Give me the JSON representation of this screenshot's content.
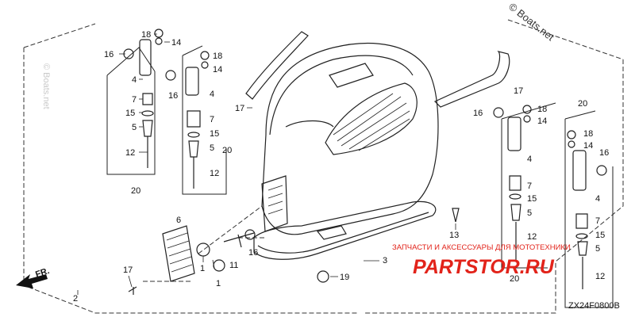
{
  "watermarks": {
    "side_left": "© Boats.net",
    "top_right": "© Boats.net"
  },
  "fr_arrow_label": "FR.",
  "part_labels": {
    "p1a": "1",
    "p1b": "1",
    "p2": "2",
    "p3": "3",
    "p4a": "4",
    "p4b": "4",
    "p4c": "4",
    "p4d": "4",
    "p5a": "5",
    "p5b": "5",
    "p5c": "5",
    "p5d": "5",
    "p6": "6",
    "p7a": "7",
    "p7b": "7",
    "p7c": "7",
    "p7d": "7",
    "p11": "11",
    "p12a": "12",
    "p12b": "12",
    "p12c": "12",
    "p12d": "12",
    "p13": "13",
    "p14a": "14",
    "p14b": "14",
    "p14c": "14",
    "p14d": "14",
    "p15a": "15",
    "p15b": "15",
    "p15c": "15",
    "p15d": "15",
    "p16a": "16",
    "p16b": "16",
    "p16c": "16",
    "p16d": "16",
    "p16e": "16",
    "p17a": "17",
    "p17b": "17",
    "p17c": "17",
    "p18a": "18",
    "p18b": "18",
    "p18c": "18",
    "p18d": "18",
    "p19": "19",
    "p20a": "20",
    "p20b": "20",
    "p20c": "20",
    "p20d": "20"
  },
  "brand_banner": {
    "text": "ЗАПЧАСТИ И АКСЕССУАРЫ ДЛЯ МОТОТЕХНИКИ",
    "logo": "PARTSTOR.RU",
    "color": "#e2231a"
  },
  "diagram_code": "ZX24F0800B"
}
